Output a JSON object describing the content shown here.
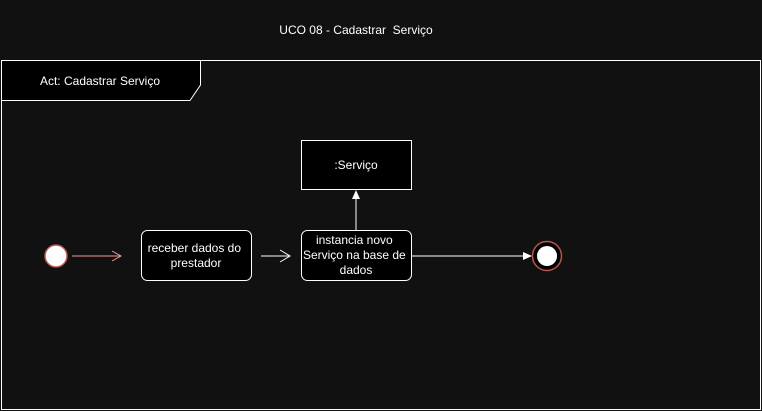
{
  "diagram": {
    "title": "UCO 08 - Cadastrar  Serviço",
    "frame_label": "Act: Cadastrar Serviço",
    "object_node": ":Serviço",
    "actions": [
      {
        "line1": "receber dados do",
        "line2": "prestador"
      },
      {
        "line1": "instancia novo",
        "line2": "Serviço na base de",
        "line3": "dados"
      }
    ]
  },
  "colors": {
    "background": "#111111",
    "node_fill": "#000000",
    "stroke": "#ffffff",
    "initial_node_border": "#b85450",
    "initial_edge": "#f19c99"
  }
}
